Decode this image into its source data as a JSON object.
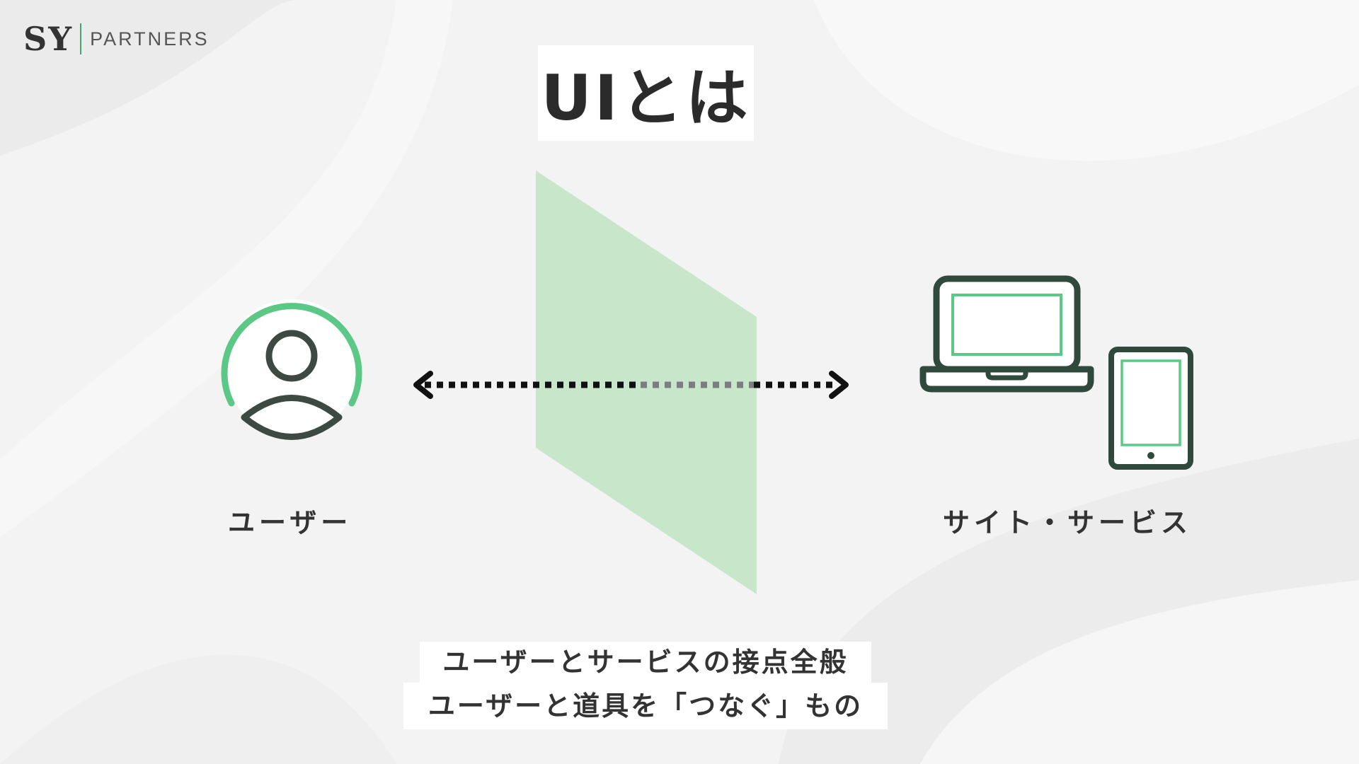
{
  "logo": {
    "brand": "SY",
    "sub": "PARTNERS"
  },
  "title": "UIとは",
  "labels": {
    "user": "ユーザー",
    "service": "サイト・サービス"
  },
  "captions": {
    "line1": "ユーザーとサービスの接点全般",
    "line2": "ユーザーと道具を「つなぐ」もの"
  },
  "colors": {
    "accent_green": "#5cc885",
    "panel_green": "#c8e6c9",
    "dark_green": "#2f4a3c",
    "icon_dark": "#3d4a44",
    "text": "#333333"
  },
  "icons": {
    "user": "user-avatar-icon",
    "laptop": "laptop-icon",
    "tablet": "tablet-icon",
    "arrow": "bidirectional-dotted-arrow-icon"
  }
}
